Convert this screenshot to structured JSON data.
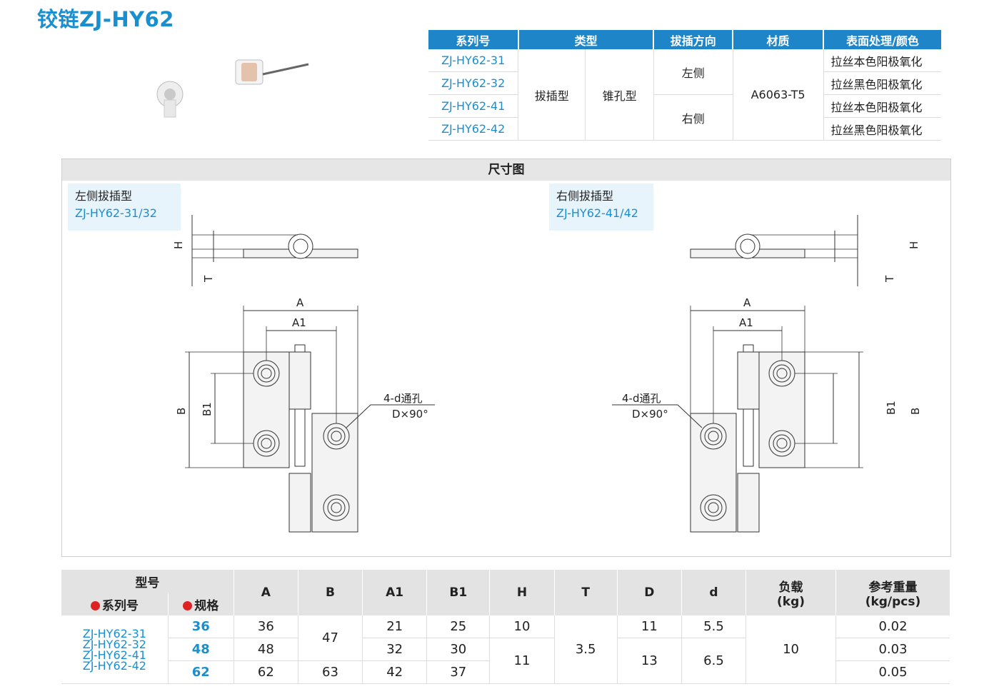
{
  "title": "铰链ZJ-HY62",
  "spec": {
    "headers": [
      "系列号",
      "类型",
      "拔插方向",
      "材质",
      "表面处理/颜色"
    ],
    "series": [
      "ZJ-HY62-31",
      "ZJ-HY62-32",
      "ZJ-HY62-41",
      "ZJ-HY62-42"
    ],
    "type1": "拔插型",
    "type2": "锥孔型",
    "dir_left": "左侧",
    "dir_right": "右侧",
    "material": "A6063-T5",
    "finish": [
      "拉丝本色阳极氧化",
      "拉丝黑色阳极氧化",
      "拉丝本色阳极氧化",
      "拉丝黑色阳极氧化"
    ]
  },
  "drawing": {
    "heading": "尺寸图",
    "left_label": "左侧拔插型",
    "left_models": "ZJ-HY62-31/32",
    "right_label": "右侧拔插型",
    "right_models": "ZJ-HY62-41/42",
    "dims": {
      "H": "H",
      "T": "T",
      "A": "A",
      "A1": "A1",
      "B": "B",
      "B1": "B1"
    },
    "hole_note": "4-d通孔",
    "hole_note2": "D×90°"
  },
  "table": {
    "model_header": "型号",
    "series_header": "系列号",
    "spec_header": "规格",
    "col_heads": [
      "A",
      "B",
      "A1",
      "B1",
      "H",
      "T",
      "D",
      "d"
    ],
    "load_head": "负载",
    "load_unit": "(kg)",
    "weight_head": "参考重量",
    "weight_unit": "(kg/pcs)",
    "models": [
      "ZJ-HY62-31",
      "ZJ-HY62-32",
      "ZJ-HY62-41",
      "ZJ-HY62-42"
    ],
    "rows": [
      {
        "spec": "36",
        "A": "36",
        "A1": "21",
        "B1": "25",
        "D": "11",
        "d": "5.5",
        "w": "0.02"
      },
      {
        "spec": "48",
        "A": "48",
        "A1": "32",
        "B1": "30",
        "w": "0.03"
      },
      {
        "spec": "62",
        "A": "62",
        "B": "63",
        "A1": "42",
        "B1": "37",
        "w": "0.05"
      }
    ],
    "B_merged": "47",
    "H_row1": "10",
    "H_merged": "11",
    "T_merged": "3.5",
    "D_merged": "13",
    "d_merged": "6.5",
    "load": "10"
  }
}
